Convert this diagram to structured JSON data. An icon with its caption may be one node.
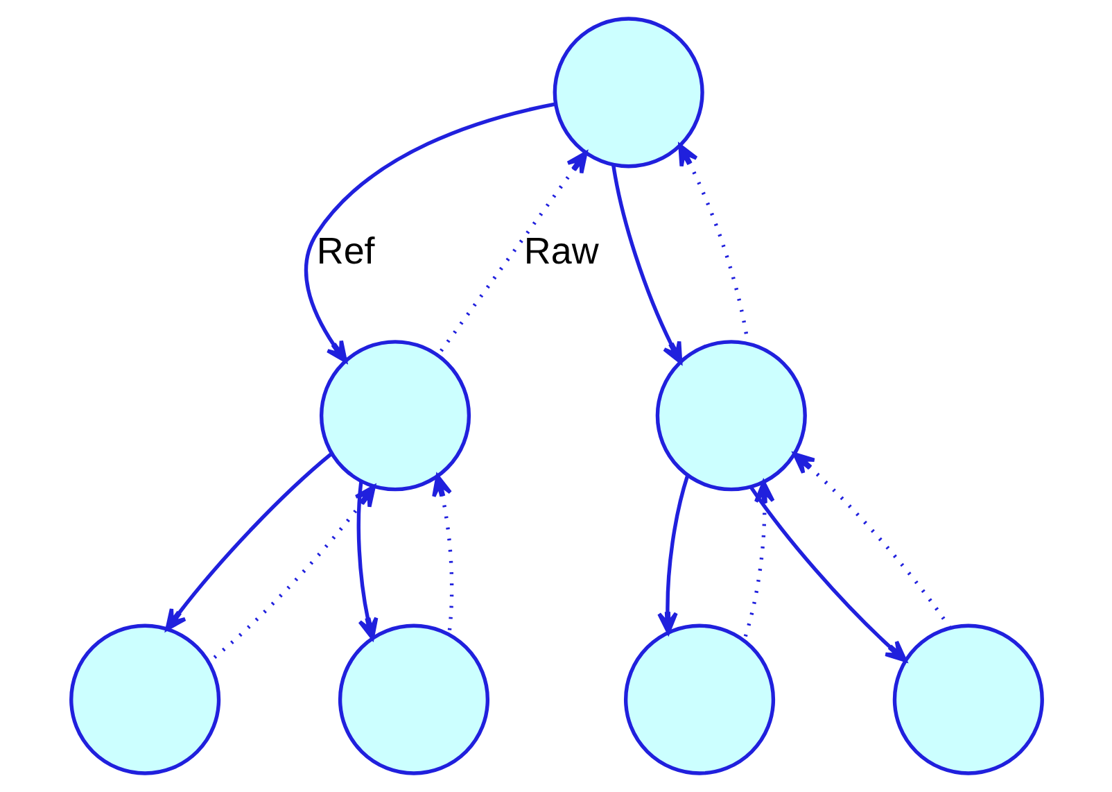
{
  "diagram": {
    "nodes": [
      {
        "text": [],
        "shape": "circle"
      },
      {
        "text": [],
        "shape": "circle"
      },
      {
        "text": [],
        "shape": "circle"
      },
      {
        "text": [],
        "shape": "circle"
      },
      {
        "text": [],
        "shape": "circle"
      },
      {
        "text": [],
        "shape": "circle"
      },
      {
        "text": [],
        "shape": "circle"
      }
    ],
    "edges": [
      {
        "from": 0,
        "to": 1,
        "arrow": "to",
        "label": "Ref"
      },
      {
        "from": 1,
        "to": 0,
        "arrow": "to",
        "style": "dashed",
        "label": "Raw"
      },
      {
        "from": 0,
        "to": 2,
        "arrow": "to"
      },
      {
        "from": 2,
        "to": 0,
        "arrow": "to",
        "style": "dashed"
      },
      {
        "from": 1,
        "to": 3,
        "arrow": "to"
      },
      {
        "from": 3,
        "to": 1,
        "arrow": "to",
        "style": "dashed"
      },
      {
        "from": 1,
        "to": 4,
        "arrow": "to"
      },
      {
        "from": 4,
        "to": 1,
        "arrow": "to",
        "style": "dashed"
      },
      {
        "from": 2,
        "to": 5,
        "arrow": "to"
      },
      {
        "from": 5,
        "to": 2,
        "arrow": "to",
        "style": "dashed"
      },
      {
        "from": 2,
        "to": 6,
        "arrow": "to"
      },
      {
        "from": 6,
        "to": 2,
        "arrow": "to",
        "style": "dashed"
      }
    ]
  }
}
